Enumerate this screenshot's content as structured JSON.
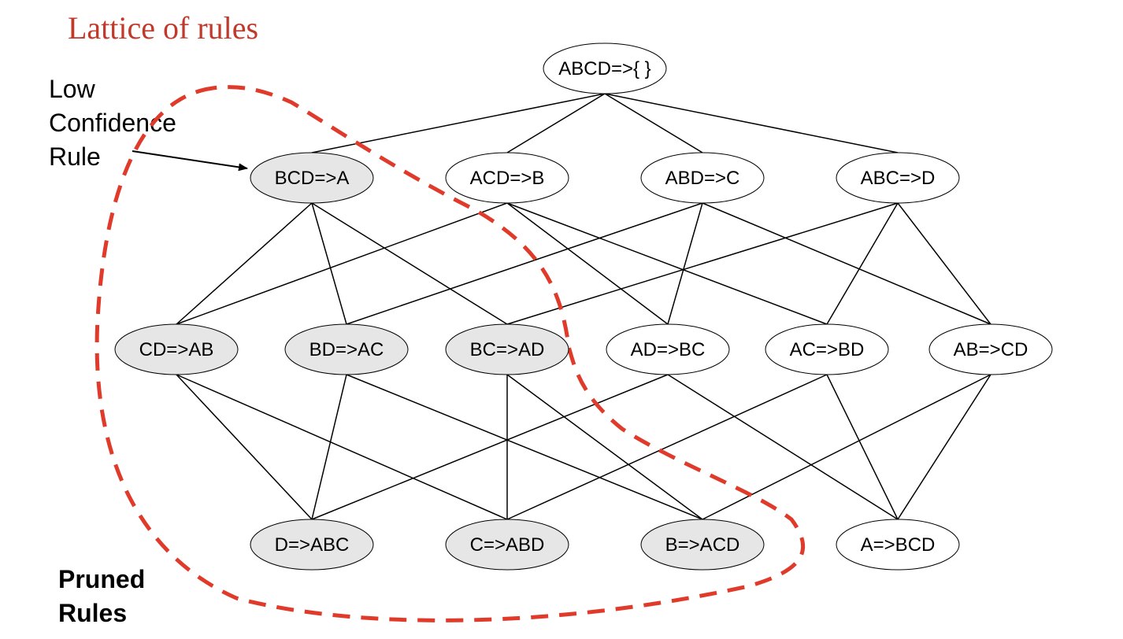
{
  "title": "Lattice of rules",
  "annotations": {
    "low_confidence": [
      "Low",
      "Confidence",
      "Rule"
    ],
    "pruned": [
      "Pruned",
      "Rules"
    ]
  },
  "colors": {
    "title": "#c0392b",
    "pruned_boundary": "#e03a2a",
    "pruned_node_fill": "#e6e6e6",
    "normal_node_fill": "#ffffff",
    "edge": "#000000"
  },
  "nodes": [
    {
      "id": "ABCD",
      "label": "ABCD=>{ }",
      "pruned": false
    },
    {
      "id": "BCD",
      "label": "BCD=>A",
      "pruned": true
    },
    {
      "id": "ACD",
      "label": "ACD=>B",
      "pruned": false
    },
    {
      "id": "ABD",
      "label": "ABD=>C",
      "pruned": false
    },
    {
      "id": "ABC",
      "label": "ABC=>D",
      "pruned": false
    },
    {
      "id": "CD",
      "label": "CD=>AB",
      "pruned": true
    },
    {
      "id": "BD",
      "label": "BD=>AC",
      "pruned": true
    },
    {
      "id": "BC",
      "label": "BC=>AD",
      "pruned": true
    },
    {
      "id": "AD",
      "label": "AD=>BC",
      "pruned": false
    },
    {
      "id": "AC",
      "label": "AC=>BD",
      "pruned": false
    },
    {
      "id": "AB",
      "label": "AB=>CD",
      "pruned": false
    },
    {
      "id": "D",
      "label": "D=>ABC",
      "pruned": true
    },
    {
      "id": "C",
      "label": "C=>ABD",
      "pruned": true
    },
    {
      "id": "B",
      "label": "B=>ACD",
      "pruned": true
    },
    {
      "id": "A",
      "label": "A=>BCD",
      "pruned": false
    }
  ],
  "edges": [
    [
      "ABCD",
      "BCD"
    ],
    [
      "ABCD",
      "ACD"
    ],
    [
      "ABCD",
      "ABD"
    ],
    [
      "ABCD",
      "ABC"
    ],
    [
      "BCD",
      "CD"
    ],
    [
      "BCD",
      "BD"
    ],
    [
      "BCD",
      "BC"
    ],
    [
      "ACD",
      "CD"
    ],
    [
      "ACD",
      "AD"
    ],
    [
      "ACD",
      "AC"
    ],
    [
      "ABD",
      "BD"
    ],
    [
      "ABD",
      "AD"
    ],
    [
      "ABD",
      "AB"
    ],
    [
      "ABC",
      "BC"
    ],
    [
      "ABC",
      "AC"
    ],
    [
      "ABC",
      "AB"
    ],
    [
      "CD",
      "D"
    ],
    [
      "CD",
      "C"
    ],
    [
      "BD",
      "D"
    ],
    [
      "BD",
      "B"
    ],
    [
      "BC",
      "C"
    ],
    [
      "BC",
      "B"
    ],
    [
      "AD",
      "D"
    ],
    [
      "AD",
      "A"
    ],
    [
      "AC",
      "C"
    ],
    [
      "AC",
      "A"
    ],
    [
      "AB",
      "B"
    ],
    [
      "AB",
      "A"
    ]
  ]
}
